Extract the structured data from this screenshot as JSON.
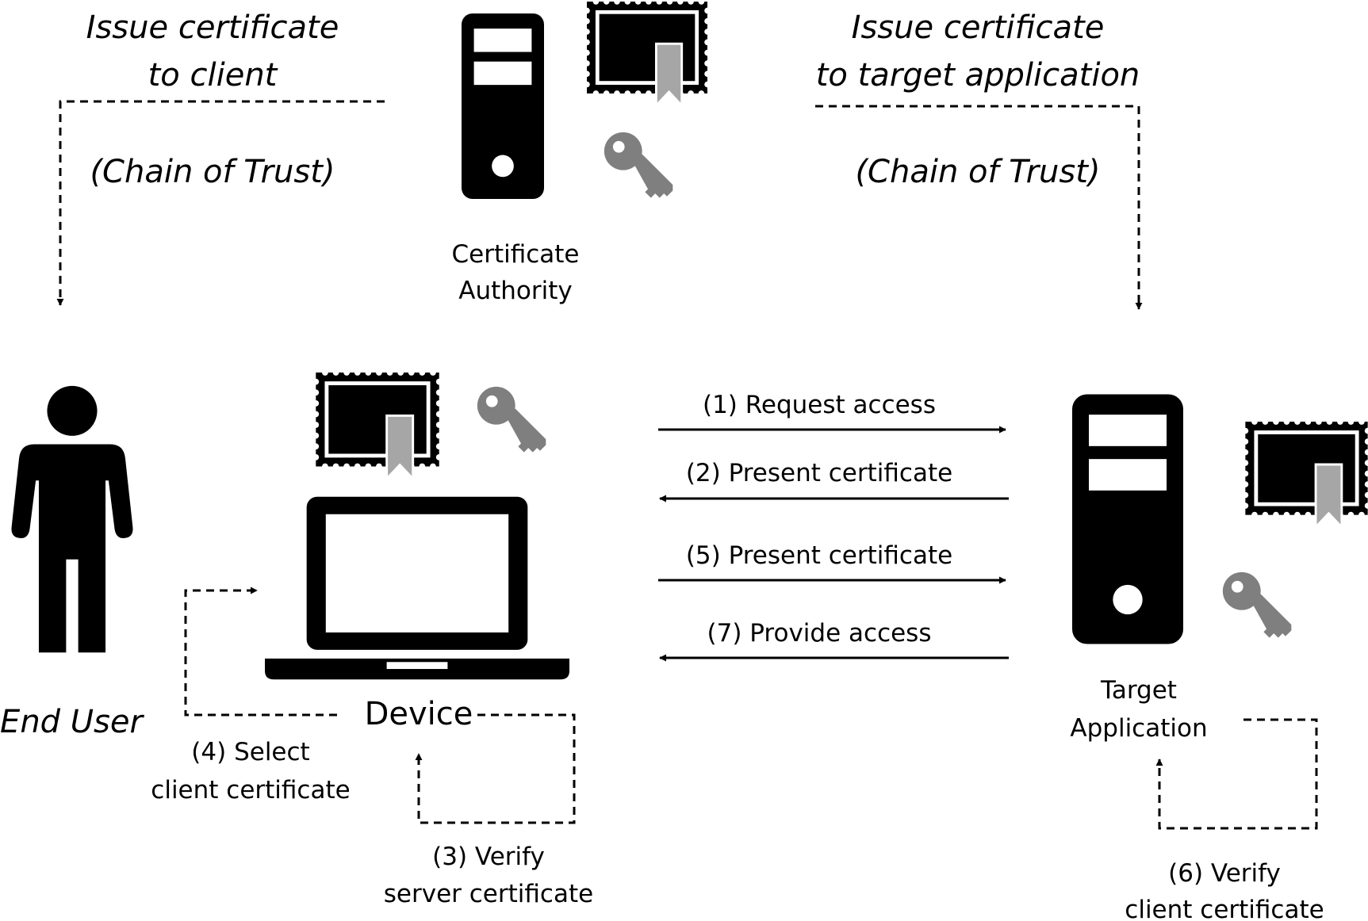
{
  "ca": {
    "label_line1": "Certificate",
    "label_line2": "Authority"
  },
  "issue_client": {
    "line1": "Issue certificate",
    "line2": "to client",
    "trust": "(Chain of Trust)"
  },
  "issue_target": {
    "line1": "Issue certificate",
    "line2": "to target application",
    "trust": "(Chain of Trust)"
  },
  "end_user": {
    "label": "End User"
  },
  "device": {
    "label": "Device"
  },
  "target": {
    "label_line1": "Target",
    "label_line2": "Application"
  },
  "steps": {
    "request_access": "(1) Request access",
    "present_server_cert": "(2) Present certificate",
    "verify_server_line1": "(3) Verify",
    "verify_server_line2": "server certificate",
    "select_client_line1": "(4) Select",
    "select_client_line2": "client certificate",
    "present_client_cert": "(5) Present certificate",
    "verify_client_line1": "(6) Verify",
    "verify_client_line2": "client certificate",
    "provide_access": "(7) Provide access"
  },
  "colors": {
    "ink": "#000000",
    "key_gray": "#7f7f7f",
    "ribbon_gray": "#a6a6a6",
    "background": "#ffffff"
  },
  "icons": [
    "server-icon",
    "certificate-icon",
    "key-icon",
    "person-icon",
    "laptop-icon"
  ]
}
